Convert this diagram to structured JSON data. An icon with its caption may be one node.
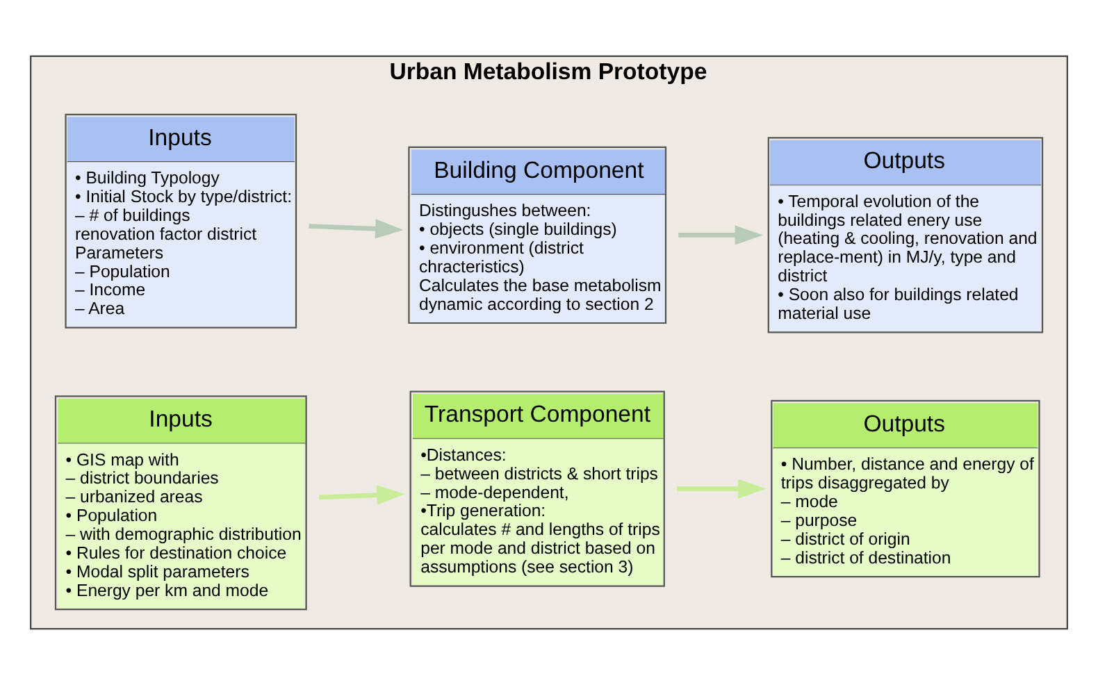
{
  "diagram": {
    "nodes": [
      {
        "text": [
          "Urban Metabolism Prototype"
        ]
      },
      {
        "text": [
          "Inputs",
          "• Building Typology",
          "• Initial Stock by type/district:",
          "– # of buildings",
          "renovation factor district Parameters",
          "– Population",
          "– Income",
          "– Area"
        ],
        "in": 0
      },
      {
        "text": [
          "Building Component",
          "Distingushes between:",
          "• objects (single buildings)",
          "• environment (district chracteristics)",
          "Calculates the base metabolism dynamic according to section 2"
        ],
        "in": 0
      },
      {
        "text": [
          "Outputs",
          "• Temporal evolution of the buildings related enery use (heating & cooling, renovation and replace-ment) in MJ/y, type and district",
          "• Soon also for buildings related material use"
        ],
        "in": 0
      },
      {
        "text": [
          "Inputs",
          "• GIS map with",
          "– district boundaries",
          "– urbanized areas",
          "• Population",
          "– with demographic distribution",
          "• Rules for destination choice",
          "• Modal split parameters",
          "• Energy per km and mode"
        ],
        "in": 0
      },
      {
        "text": [
          "Transport Component",
          "•Distances:",
          "– between districts & short trips",
          "– mode-dependent,",
          "•Trip generation:",
          "calculates # and lengths of trips per mode and district based on assumptions (see section 3)"
        ],
        "in": 0
      },
      {
        "text": [
          "Outputs",
          "• Number, distance and energy of trips disaggregated by",
          "– mode",
          "– purpose",
          "– district of origin",
          "– district of destination"
        ],
        "in": 0
      }
    ],
    "edges": [
      {
        "from": 1,
        "to": 2,
        "arrow": "to",
        "color": "#b8cbb8"
      },
      {
        "from": 2,
        "to": 3,
        "arrow": "to",
        "color": "#b8cbb8"
      },
      {
        "from": 4,
        "to": 5,
        "arrow": "to",
        "color": "#c9ec98"
      },
      {
        "from": 5,
        "to": 6,
        "arrow": "to",
        "color": "#c9ec98"
      }
    ]
  }
}
